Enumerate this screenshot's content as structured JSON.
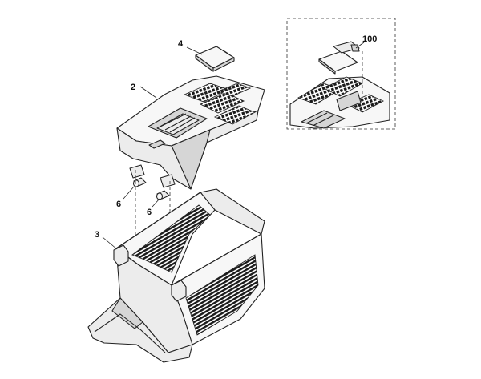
{
  "callouts": {
    "part_4": "4",
    "part_2": "2",
    "part_6_left": "6",
    "part_6_right": "6",
    "part_3": "3",
    "part_100": "100"
  }
}
